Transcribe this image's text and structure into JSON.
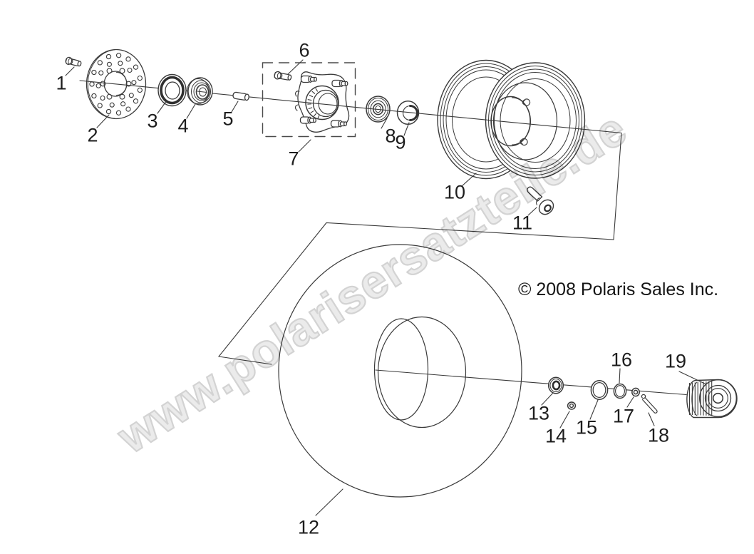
{
  "diagram": {
    "watermark": "www.polarisersatzteile.de",
    "copyright": "© 2008 Polaris Sales Inc.",
    "callouts": {
      "c1": "1",
      "c2": "2",
      "c3": "3",
      "c4": "4",
      "c5": "5",
      "c6": "6",
      "c7": "7",
      "c8": "8",
      "c9": "9",
      "c10": "10",
      "c11": "11",
      "c12": "12",
      "c13": "13",
      "c14": "14",
      "c15": "15",
      "c16": "16",
      "c17": "17",
      "c18": "18",
      "c19": "19"
    },
    "colors": {
      "line": "#3a3a3a",
      "label_text": "#1d1d1d",
      "watermark_fill": "#ebebeb",
      "watermark_outline": "#d3d3d3",
      "background": "#ffffff"
    }
  }
}
